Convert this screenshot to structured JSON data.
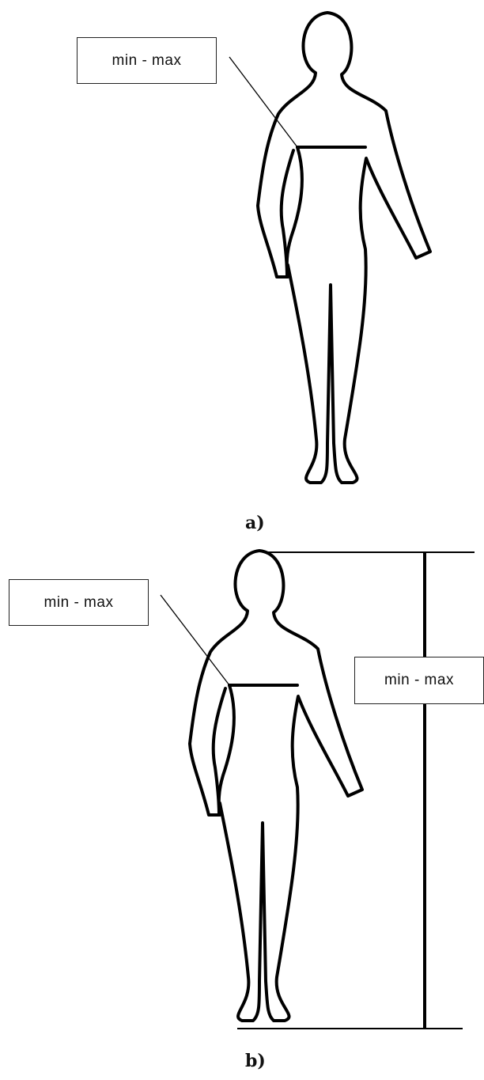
{
  "figures": [
    {
      "caption": "a)",
      "labels": {
        "shoulder": "min - max"
      }
    },
    {
      "caption": "b)",
      "labels": {
        "shoulder": "min - max",
        "height": "min - max"
      }
    }
  ]
}
